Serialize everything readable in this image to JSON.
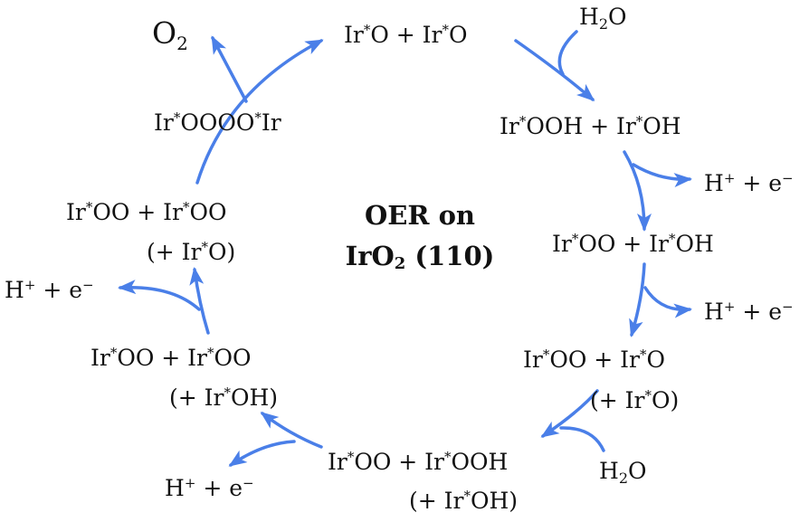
{
  "title": {
    "line1": "OER on",
    "line2_prefix": "IrO",
    "line2_sub": "2",
    "line2_suffix": " (110)"
  },
  "species": {
    "o2": {
      "base": "O",
      "sub": "2"
    },
    "h2o_top": {
      "base": "H",
      "sub": "2",
      "tail": "O"
    },
    "h2o_bottom": {
      "base": "H",
      "sub": "2",
      "tail": "O"
    },
    "s1": {
      "a": "Ir",
      "b": "O + Ir",
      "c": "O"
    },
    "s2": {
      "a": "Ir",
      "b": "OOH + Ir",
      "c": "OH"
    },
    "s3": {
      "a": "Ir",
      "b": "OO + Ir",
      "c": "OH"
    },
    "s4": {
      "a": "Ir",
      "b": "OO + Ir",
      "c": "O"
    },
    "s4_extra": {
      "a": "(+ Ir",
      "b": "O)"
    },
    "s5": {
      "a": "Ir",
      "b": "OO + Ir",
      "c": "OOH"
    },
    "s5_extra": {
      "a": "(+ Ir",
      "b": "OH)"
    },
    "s6": {
      "a": "Ir",
      "b": "OO + Ir",
      "c": "OO"
    },
    "s6_extra": {
      "a": "(+ Ir",
      "b": "OH)"
    },
    "s7": {
      "a": "Ir",
      "b": "OO + Ir",
      "c": "OO"
    },
    "s7_extra": {
      "a": "(+ Ir",
      "b": "O)"
    },
    "s8": {
      "a": "Ir",
      "b": "OOOO",
      "c": "Ir"
    }
  },
  "star": "*",
  "proton_electron": {
    "h": "H",
    "plus": "+",
    "mid": " + e",
    "minus": "−"
  },
  "arrow_color": "#4a7fe8"
}
